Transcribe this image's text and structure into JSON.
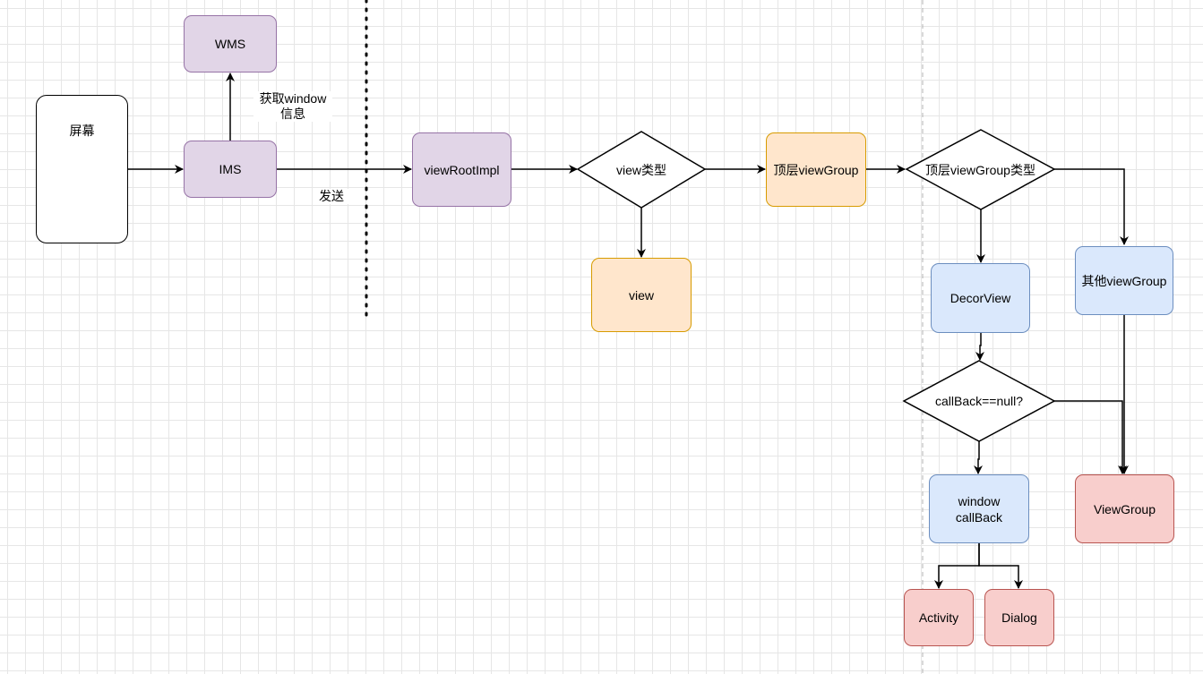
{
  "nodes": {
    "screen": "屏幕",
    "wms": "WMS",
    "ims": "IMS",
    "view_root_impl": "viewRootImpl",
    "view_type": "view类型",
    "view": "view",
    "top_view_group": "顶层viewGroup",
    "top_view_group_type": "顶层viewGroup类型",
    "decor_view": "DecorView",
    "other_view_group": "其他viewGroup",
    "callback_null": "callBack==null?",
    "window_callback": "window\ncallBack",
    "view_group": "ViewGroup",
    "activity": "Activity",
    "dialog": "Dialog"
  },
  "edge_labels": {
    "get_window_info": "获取window\n信息",
    "send": "发送"
  },
  "colors": {
    "purple_fill": "#e1d5e7",
    "purple_stroke": "#9673a6",
    "orange_fill": "#ffe6cc",
    "orange_stroke": "#d79b00",
    "blue_fill": "#dae8fc",
    "blue_stroke": "#6c8ebf",
    "red_fill": "#f8cecc",
    "red_stroke": "#b85450"
  }
}
